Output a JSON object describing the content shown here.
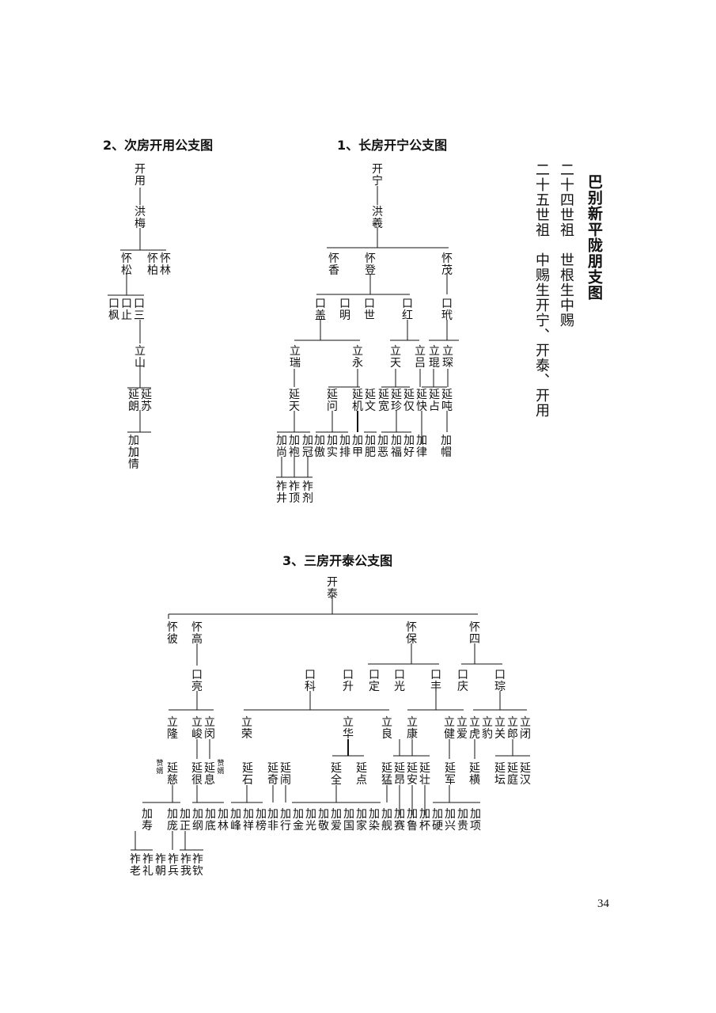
{
  "page_number": "34",
  "side_title": "巴别新平陇朋支图",
  "side_lines": [
    "二十四世祖　世根生中赐",
    "二十五世祖　中赐生开宁、开泰、开用"
  ],
  "sections": {
    "kaiyong": {
      "title": "2、次房开用公支图",
      "names": [
        "开用",
        "洪梅",
        "怀松",
        "怀柏",
        "怀林",
        "口枫",
        "口止",
        "口三",
        "立山",
        "延朗",
        "延苏",
        "加加",
        "加情"
      ]
    },
    "kaining": {
      "title": "1、长房开宁公支图",
      "names": [
        "开宁",
        "洪羲",
        "怀香",
        "怀登",
        "怀茂",
        "口盖",
        "口明",
        "口世",
        "口红",
        "口玳",
        "立瑞",
        "立永",
        "立天",
        "立吕",
        "立琨",
        "立琛",
        "延天",
        "延问",
        "延机",
        "延文",
        "延宽",
        "延珍",
        "延仅",
        "延快",
        "延占",
        "延吨",
        "加尚",
        "加袍",
        "加冠",
        "加傲",
        "加实",
        "加排",
        "加甲",
        "加肥",
        "加恶",
        "加福",
        "加好",
        "加律",
        "加帽",
        "祚井",
        "祚顶",
        "祚剂"
      ]
    },
    "kaitai": {
      "title": "3、三房开泰公支图",
      "names": [
        "开泰",
        "怀彼",
        "怀高",
        "怀保",
        "怀四",
        "口亮",
        "口科",
        "口升",
        "口定",
        "口光",
        "口丰",
        "口庆",
        "口琮",
        "立隆",
        "立峻",
        "立闵",
        "立荣",
        "立华",
        "立良",
        "立康",
        "立健",
        "立爱",
        "立虎",
        "立豹",
        "立关",
        "立郎",
        "立闭",
        "延慈",
        "延很",
        "延息",
        "延石",
        "延奇",
        "延闹",
        "延全",
        "延点",
        "延猛",
        "延昂",
        "延安",
        "延壮",
        "延军",
        "延横",
        "延坛",
        "延庭",
        "延汉",
        "赞婿",
        "赞婿",
        "加寿",
        "加庞",
        "加正",
        "加纲",
        "加底",
        "加林",
        "加峰",
        "加祥",
        "加榜",
        "加非",
        "加行",
        "加金",
        "加光",
        "加敬",
        "加爱",
        "加国",
        "加家",
        "加染",
        "加舰",
        "加赛",
        "加鲁",
        "加杯",
        "加硬",
        "加兴",
        "加贵",
        "加项",
        "祚老",
        "祚礼",
        "祚朝",
        "祚兵",
        "祚我",
        "祚钦"
      ]
    }
  }
}
